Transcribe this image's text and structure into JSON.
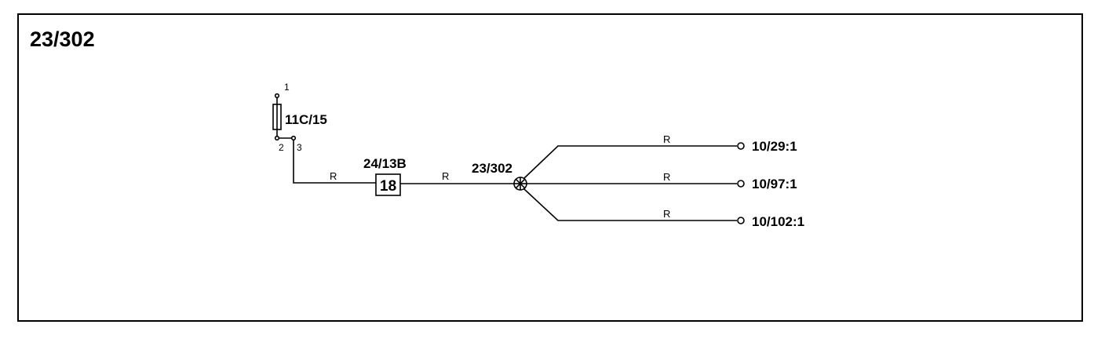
{
  "diagram": {
    "title": "23/302",
    "fuse": {
      "label": "11C/15",
      "pin_top": "1",
      "pin_left": "2",
      "pin_right": "3"
    },
    "connector": {
      "label": "24/13B",
      "pin": "18"
    },
    "splice": {
      "label": "23/302"
    },
    "wires": {
      "fuse_to_connector": "R",
      "connector_to_splice": "R",
      "branch_top": "R",
      "branch_middle": "R",
      "branch_bottom": "R"
    },
    "terminals": {
      "top": "10/29:1",
      "middle": "10/97:1",
      "bottom": "10/102:1"
    }
  }
}
